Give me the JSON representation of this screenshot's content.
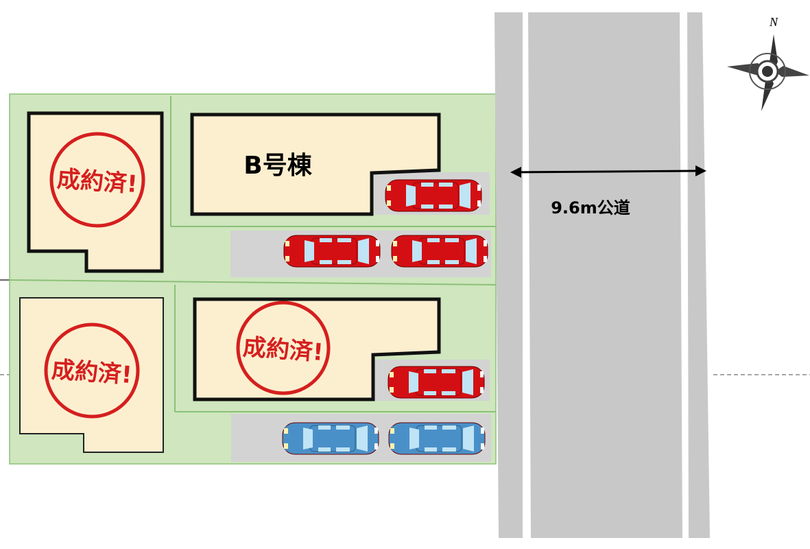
{
  "plot": {
    "house_b_label": "B号棟",
    "road_label": "9.6m公道",
    "compass_north": "N",
    "sold_stamps": [
      {
        "text": "成約済!"
      },
      {
        "text": "成約済!"
      },
      {
        "text": "成約済!"
      }
    ]
  },
  "colors": {
    "lot_green": "#cfe6be",
    "house_fill": "#fcefcf",
    "road_gray": "#c8c8c8",
    "parking_gray": "#d3d3d3",
    "stamp_red": "#d51f1f",
    "car_red": "#d40f14",
    "car_blue": "#4a90c8"
  }
}
